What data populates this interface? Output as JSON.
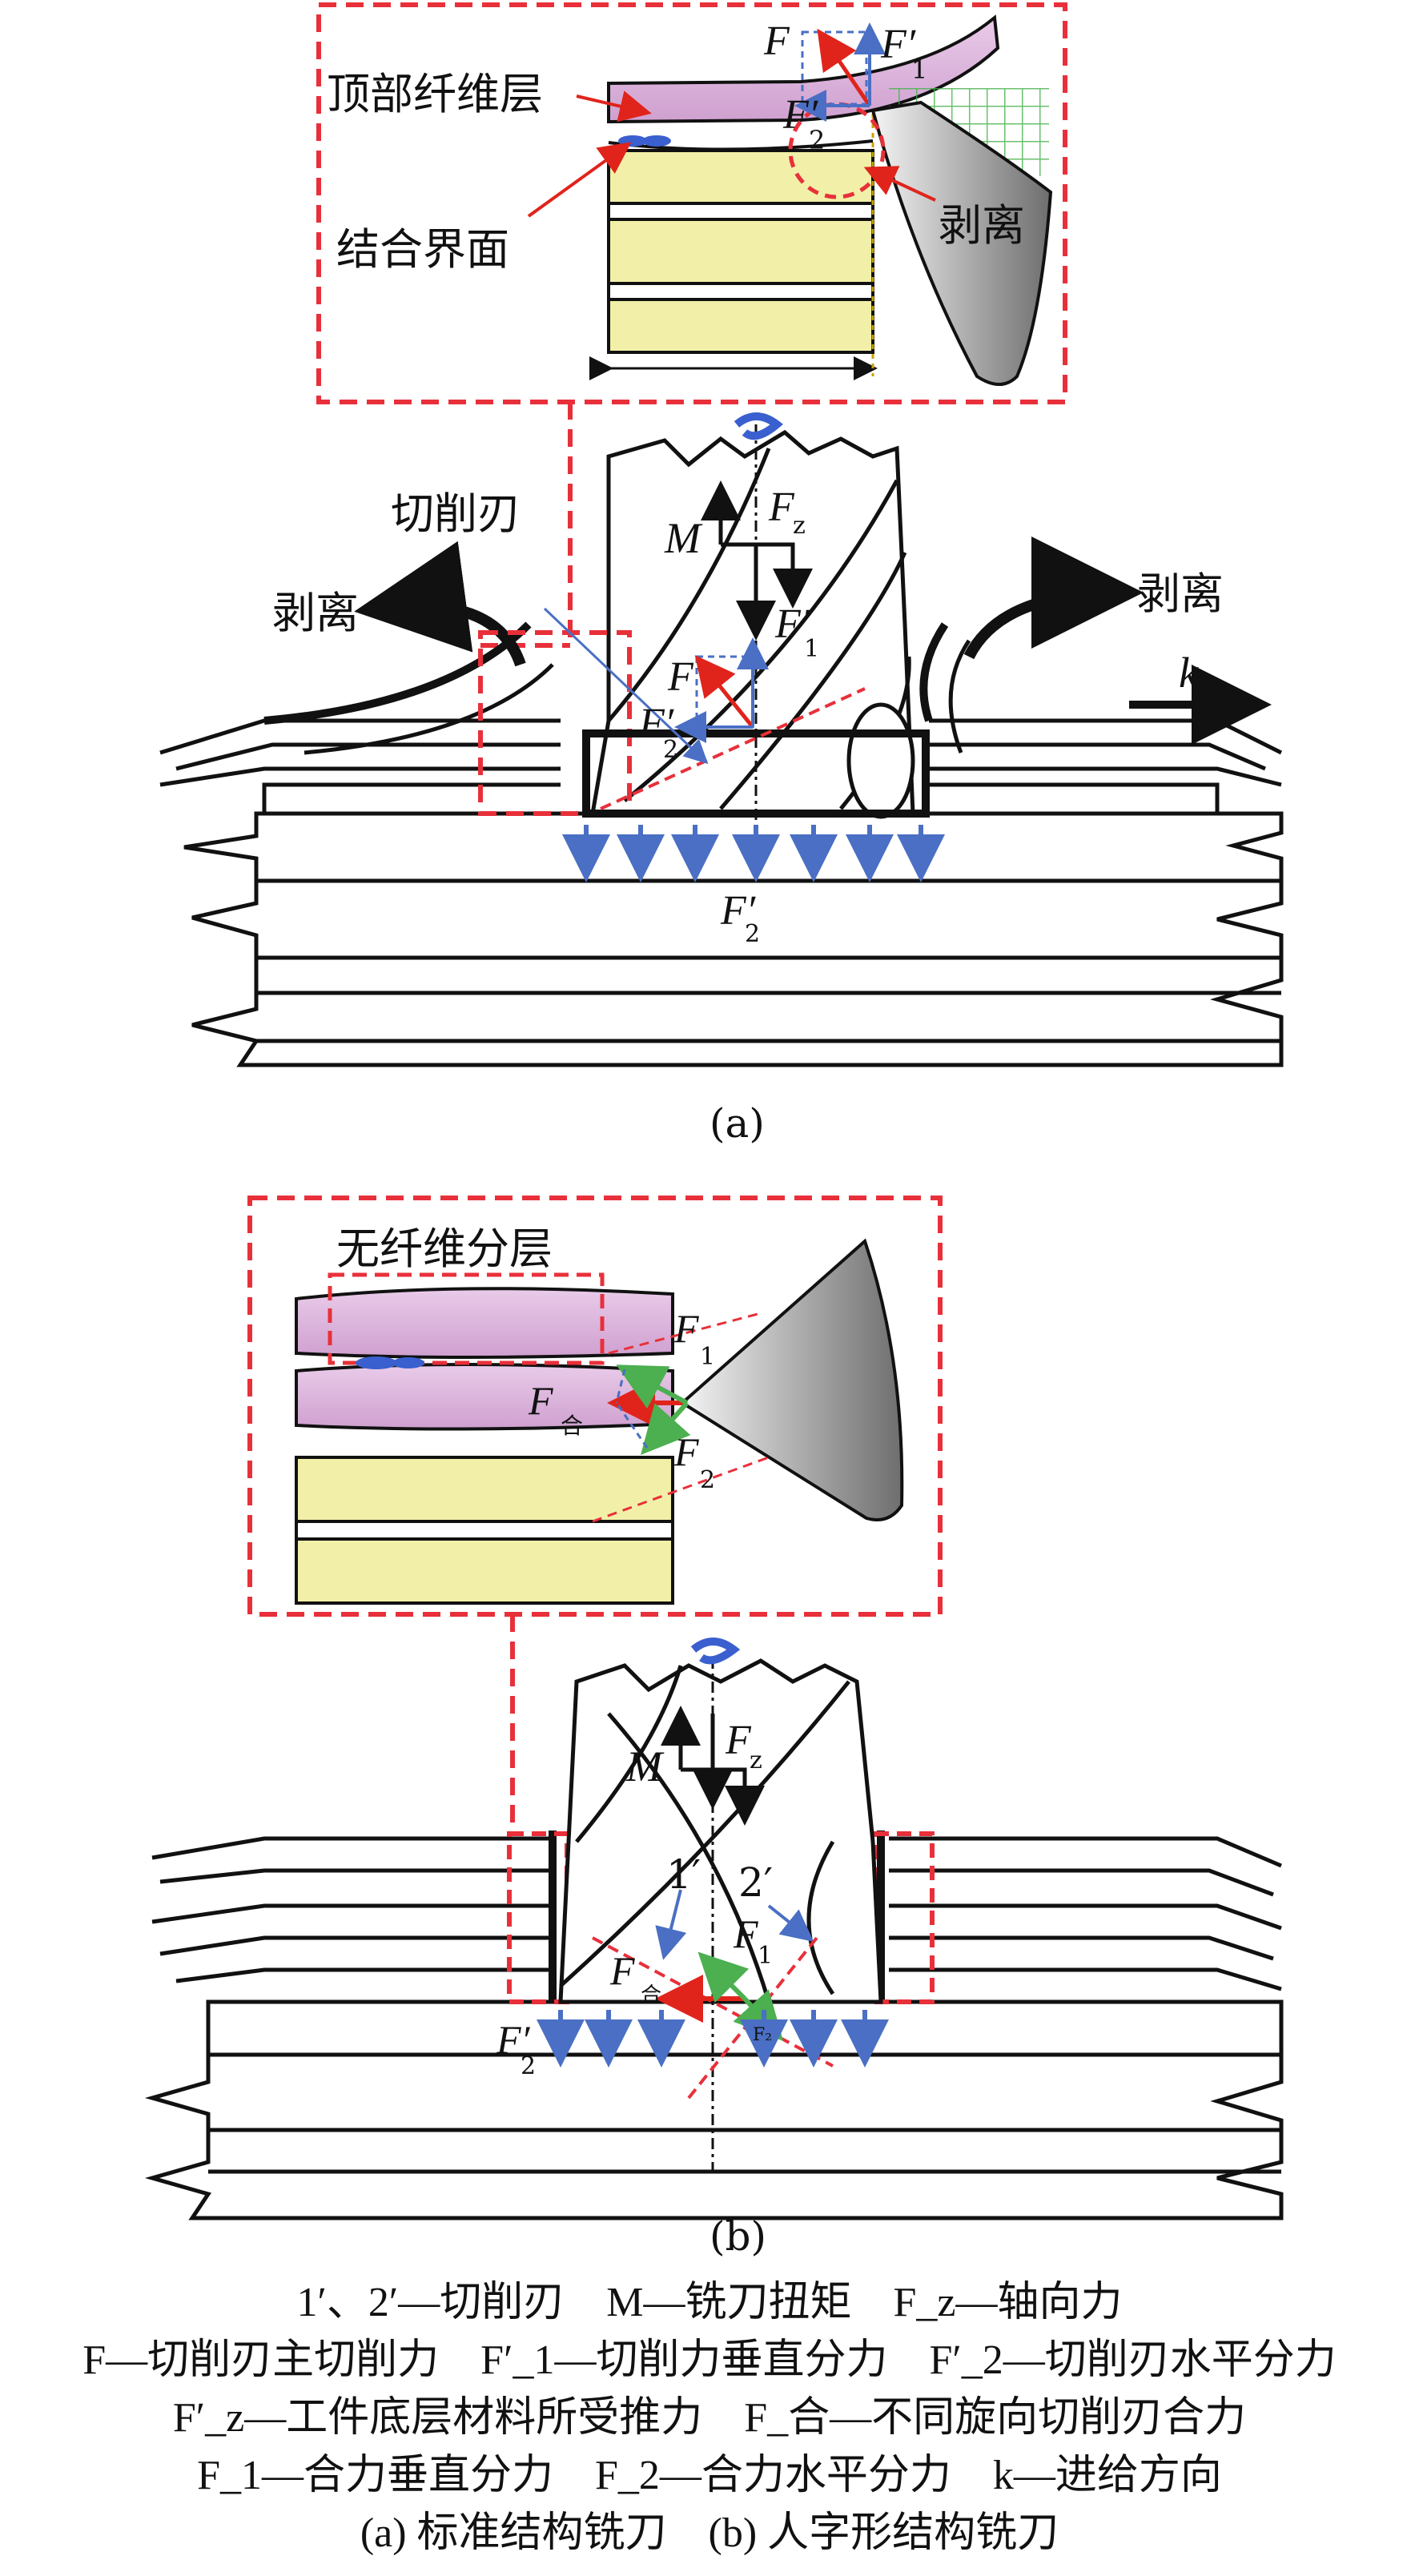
{
  "panel_a": {
    "inset_labels": {
      "top_layer": "顶部纤维层",
      "bond_interface": "结合界面",
      "peel": "剥离"
    },
    "labels": {
      "cutting_edge": "切削刃",
      "peel_left": "剥离",
      "peel_right": "剥离",
      "feed": "k",
      "M": "M",
      "Fz": "F",
      "Fz_sub": "z",
      "F": "F",
      "F1p": "F′",
      "F1p_sub": "1",
      "F2p": "F′",
      "F2p_sub": "2"
    },
    "caption": "(a)"
  },
  "panel_b": {
    "inset_labels": {
      "no_delam": "无纤维分层",
      "F1": "F",
      "F1_sub": "1",
      "F2": "F",
      "F2_sub": "2",
      "Fhe": "F",
      "Fhe_sub": "合"
    },
    "labels": {
      "M": "M",
      "Fz": "F",
      "Fz_sub": "z",
      "edge1": "1′",
      "edge2": "2′",
      "F1": "F",
      "F1_sub": "1",
      "Fhe": "F",
      "Fhe_sub": "合",
      "F2p": "F′",
      "F2p_sub": "2",
      "F2small": "F₂"
    },
    "caption": "(b)"
  },
  "legend": {
    "line1": "1′、2′—切削刃    M—铣刀扭矩    F_z—轴向力",
    "line2": "F—切削刃主切削力    F′_1—切削力垂直分力    F′_2—切削刃水平分力",
    "line3": "F′_z—工件底层材料所受推力    F_合—不同旋向切削刃合力",
    "line4": "F_1—合力垂直分力    F_2—合力水平分力    k—进给方向",
    "line5": "(a) 标准结构铣刀    (b) 人字形结构铣刀"
  },
  "colors": {
    "dash_red": "#e8303a",
    "arrow_blue": "#4a6fc4",
    "force_red": "#e0241c",
    "green": "#4caf50",
    "layer_pink": "#dcb6dc",
    "layer_yellow": "#f2f0a8",
    "tool_gray": "#9a9a9a"
  }
}
